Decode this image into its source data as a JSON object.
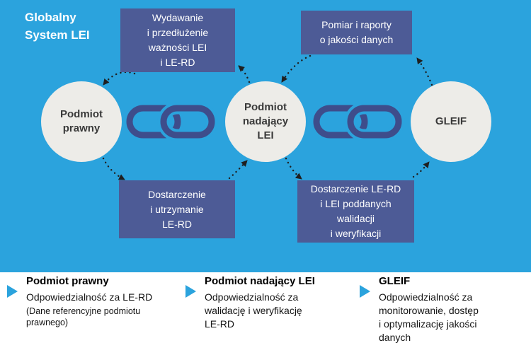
{
  "title": "Globalny\nSystem LEI",
  "colors": {
    "background-blue": "#2BA3DD",
    "box-blue": "#4D5B96",
    "chain-blue": "#3E4D8B",
    "circle-gray": "#EDECE8",
    "arrow-black": "#1F1F1F",
    "bullet-blue": "#2BA3DD"
  },
  "icons": {
    "chain": "chain-link-icon",
    "bullet": "play-triangle-icon",
    "arrow": "dotted-arrow"
  },
  "nodes": [
    {
      "label": "Podmiot\nprawny"
    },
    {
      "label": "Podmiot\nnadający\nLEI"
    },
    {
      "label": "GLEIF"
    }
  ],
  "flow_boxes": [
    {
      "label": "Wydawanie\ni przedłużenie\nważności LEI\ni LE-RD"
    },
    {
      "label": "Pomiar i raporty\no jakości danych"
    },
    {
      "label": "Dostarczenie\ni utrzymanie\nLE-RD"
    },
    {
      "label": "Dostarczenie LE-RD\ni LEI poddanych\nwalidacji\ni weryfikacji"
    }
  ],
  "legend": {
    "items": [
      {
        "title": "Podmiot prawny",
        "description": "Odpowiedzialność za LE-RD",
        "note": "(Dane referencyjne podmiotu\nprawnego)"
      },
      {
        "title": "Podmiot nadający LEI",
        "description": "Odpowiedzialność za\nwalidację i weryfikację\nLE-RD"
      },
      {
        "title": "GLEIF",
        "description": "Odpowiedzialność za\nmonitorowanie, dostęp\ni optymalizację jakości\ndanych"
      }
    ]
  }
}
